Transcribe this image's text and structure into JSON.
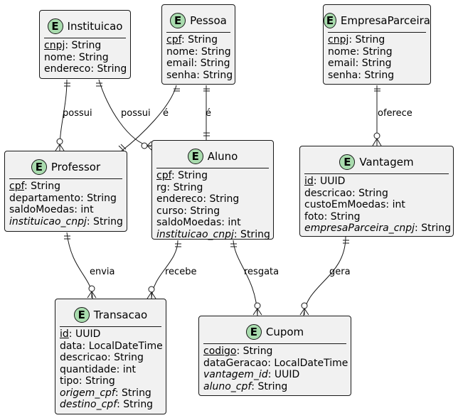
{
  "entities": {
    "instituicao": {
      "name": "Instituicao",
      "attrs": [
        {
          "name": "cnpj",
          "type": ": String"
        },
        {
          "name": "nome",
          "type": ": String"
        },
        {
          "name": "endereco",
          "type": ": String"
        }
      ]
    },
    "pessoa": {
      "name": "Pessoa",
      "attrs": [
        {
          "name": "cpf",
          "type": ": String"
        },
        {
          "name": "nome",
          "type": ": String"
        },
        {
          "name": "email",
          "type": ": String"
        },
        {
          "name": "senha",
          "type": ": String"
        }
      ]
    },
    "empresa": {
      "name": "EmpresaParceira",
      "attrs": [
        {
          "name": "cnpj",
          "type": ": String"
        },
        {
          "name": "nome",
          "type": ": String"
        },
        {
          "name": "email",
          "type": ": String"
        },
        {
          "name": "senha",
          "type": ": String"
        }
      ]
    },
    "professor": {
      "name": "Professor",
      "attrs": [
        {
          "name": "cpf",
          "type": ": String"
        },
        {
          "name": "departamento",
          "type": ": String"
        },
        {
          "name": "saldoMoedas",
          "type": ": int"
        },
        {
          "name": "instituicao_cnpj",
          "type": ": String"
        }
      ]
    },
    "aluno": {
      "name": "Aluno",
      "attrs": [
        {
          "name": "cpf",
          "type": ": String"
        },
        {
          "name": "rg",
          "type": ": String"
        },
        {
          "name": "endereco",
          "type": ": String"
        },
        {
          "name": "curso",
          "type": ": String"
        },
        {
          "name": "saldoMoedas",
          "type": ": int"
        },
        {
          "name": "instituicao_cnpj",
          "type": ": String"
        }
      ]
    },
    "vantagem": {
      "name": "Vantagem",
      "attrs": [
        {
          "name": "id",
          "type": ": UUID"
        },
        {
          "name": "descricao",
          "type": ": String"
        },
        {
          "name": "custoEmMoedas",
          "type": ": int"
        },
        {
          "name": "foto",
          "type": ": String"
        },
        {
          "name": "empresaParceira_cnpj",
          "type": ": String"
        }
      ]
    },
    "transacao": {
      "name": "Transacao",
      "attrs": [
        {
          "name": "id",
          "type": ": UUID"
        },
        {
          "name": "data",
          "type": ": LocalDateTime"
        },
        {
          "name": "descricao",
          "type": ": String"
        },
        {
          "name": "quantidade",
          "type": ": int"
        },
        {
          "name": "tipo",
          "type": ": String"
        },
        {
          "name": "origem_cpf",
          "type": ": String"
        },
        {
          "name": "destino_cpf",
          "type": ": String"
        }
      ]
    },
    "cupom": {
      "name": "Cupom",
      "attrs": [
        {
          "name": "codigo",
          "type": ": String"
        },
        {
          "name": "dataGeracao",
          "type": ": LocalDateTime"
        },
        {
          "name": "vantagem_id",
          "type": ": UUID"
        },
        {
          "name": "aluno_cpf",
          "type": ": String"
        }
      ]
    }
  },
  "badge_letter": "E",
  "relations": {
    "possui_professor": "possui",
    "possui_aluno": "possui",
    "e_professor": "é",
    "e_aluno": "é",
    "oferece": "oferece",
    "envia": "envia",
    "recebe": "recebe",
    "resgata": "resgata",
    "gera": "gera"
  },
  "colors": {
    "entity_fill": "#f1f1f1",
    "badge_fill": "#a9dcae",
    "stroke": "#181818"
  }
}
